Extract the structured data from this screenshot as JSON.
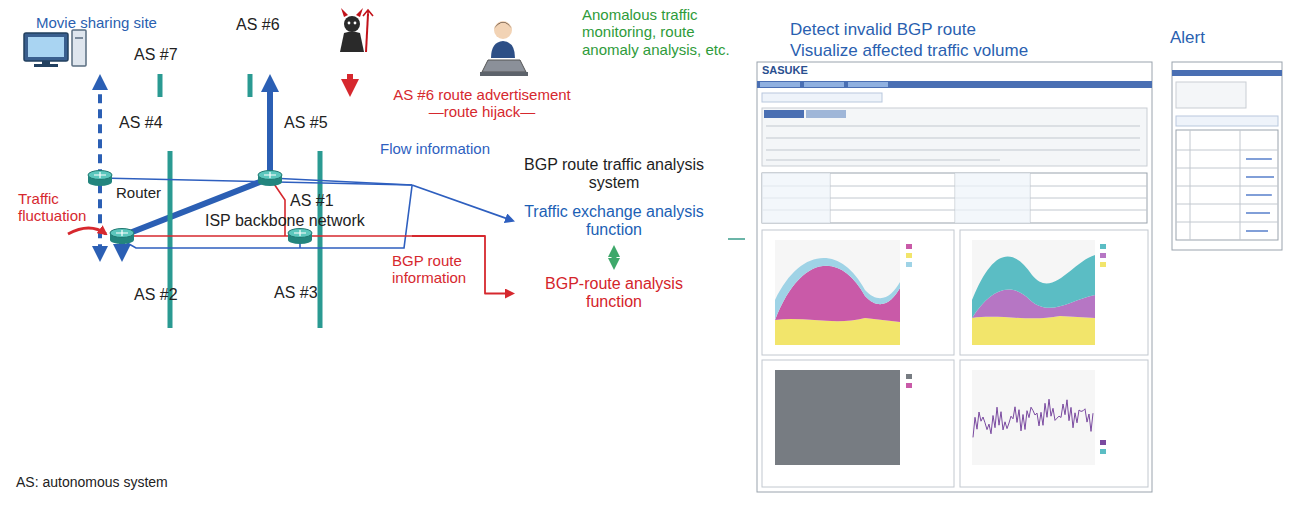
{
  "diagram": {
    "caption": "AS: autonomous system",
    "nodes": [
      {
        "text": [
          "Movie sharing site",
          "AS #7"
        ]
      },
      {
        "text": [
          "AS #6"
        ]
      },
      {
        "text": [
          "AS #4"
        ]
      },
      {
        "text": [
          "AS #5"
        ]
      },
      {
        "text": [
          "AS #1",
          "ISP backbone network"
        ]
      },
      {
        "text": [
          "AS #2"
        ]
      },
      {
        "text": [
          "AS #3"
        ]
      },
      {
        "text": [
          "BGP route traffic analysis system"
        ]
      },
      {
        "text": [
          "Traffic exchange analysis function"
        ],
        "in": 7
      },
      {
        "text": [
          "BGP-route analysis function"
        ],
        "in": 7
      },
      {
        "text": [
          "Detect invalid BGP route",
          "Visualize affected traffic volume",
          "Alert"
        ]
      }
    ],
    "edges": [
      {
        "from": 1,
        "to": 3,
        "arrow": "to",
        "label": "AS #6 route advertisement —route hijack—"
      },
      {
        "from": 5,
        "to": 1,
        "arrow": "both"
      },
      {
        "from": 5,
        "to": 0,
        "arrow": "both"
      },
      {
        "from": 4,
        "to": 8,
        "arrow": "to",
        "label": "Flow information"
      },
      {
        "from": 4,
        "to": 9,
        "arrow": "to",
        "label": "BGP route information"
      },
      {
        "from": 8,
        "to": 9,
        "arrow": "both"
      },
      {
        "from": 7,
        "to": 10,
        "arrow": "none"
      },
      {
        "from": 0,
        "to": 2,
        "arrow": "none"
      },
      {
        "from": 2,
        "to": 4,
        "arrow": "none"
      },
      {
        "from": 1,
        "to": 3,
        "arrow": "none"
      },
      {
        "from": 3,
        "to": 4,
        "arrow": "none"
      },
      {
        "from": 4,
        "to": 5,
        "arrow": "none"
      },
      {
        "from": 4,
        "to": 6,
        "arrow": "none"
      }
    ],
    "labels": [
      "Anomalous traffic monitoring, route anomaly analysis, etc.",
      "Router",
      "Traffic fluctuation",
      "SASUKE"
    ]
  }
}
